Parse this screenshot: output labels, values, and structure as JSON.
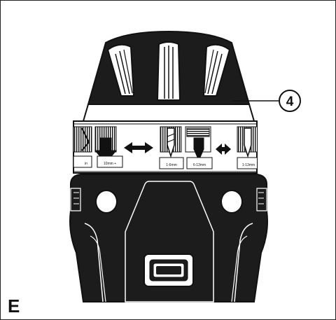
{
  "figure": {
    "panel_letter": "E",
    "callout_number": "4",
    "band_labels": [
      "10mm +",
      "1-6mm",
      "6-13mm",
      "1-13mm",
      "in"
    ]
  },
  "colors": {
    "ink": "#111111",
    "tool_body": "#1c1c1c",
    "background": "#ffffff"
  }
}
